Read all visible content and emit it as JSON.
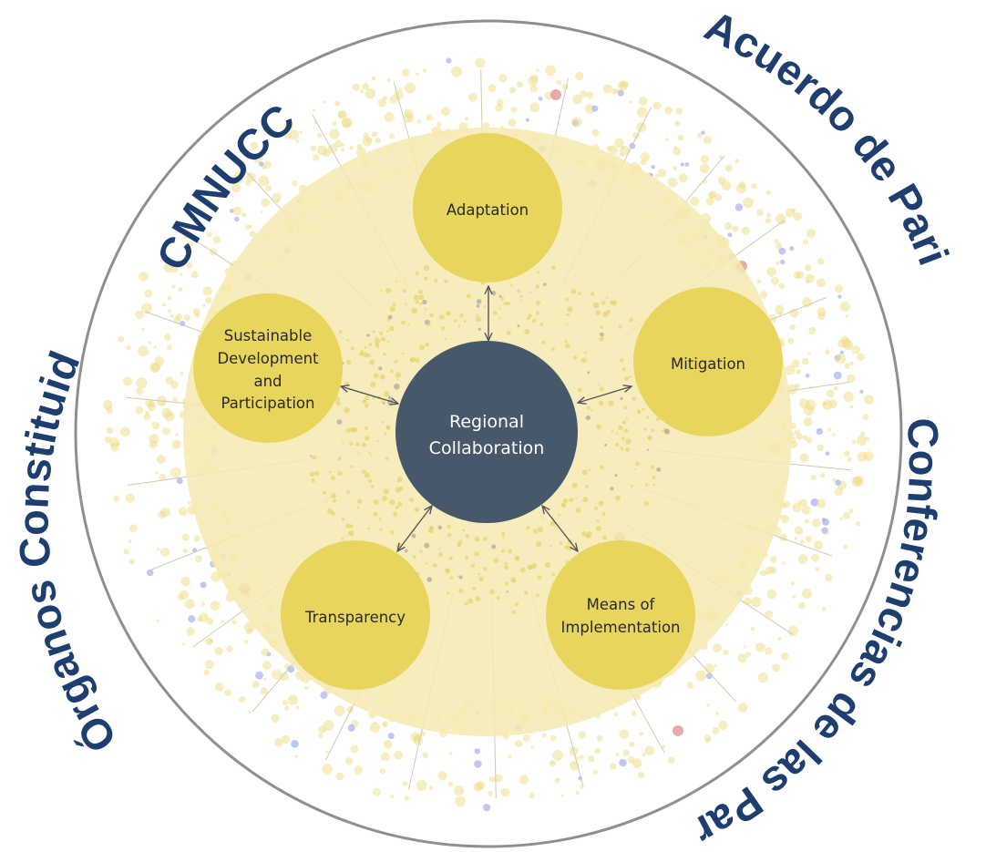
{
  "ring_labels": {
    "top_left": "CMNUCC",
    "top_right": "Acuerdo de Paris",
    "right_bottom": "Conferencias de las Pares",
    "left": "Órganos Constituidos"
  },
  "center": {
    "line1": "Regional",
    "line2": "Collaboration"
  },
  "nodes": {
    "adaptation": "Adaptation",
    "mitigation": "Mitigation",
    "means_line1": "Means of",
    "means_line2": "Implementation",
    "transparency": "Transparency",
    "sustainable_line1": "Sustainable",
    "sustainable_line2": "Development",
    "sustainable_line3": "and",
    "sustainable_line4": "Participation"
  },
  "colors": {
    "ring_stroke": "#8f8f8f",
    "ring_text": "#1d3e6e",
    "inner_field": "#f6eab0",
    "node_fill": "#e8d55e",
    "center_fill": "#465869",
    "dot_yellow": "#efdf8c",
    "dot_blue": "#aab4ee",
    "dot_red": "#e39c9c",
    "arrow": "#555555"
  }
}
